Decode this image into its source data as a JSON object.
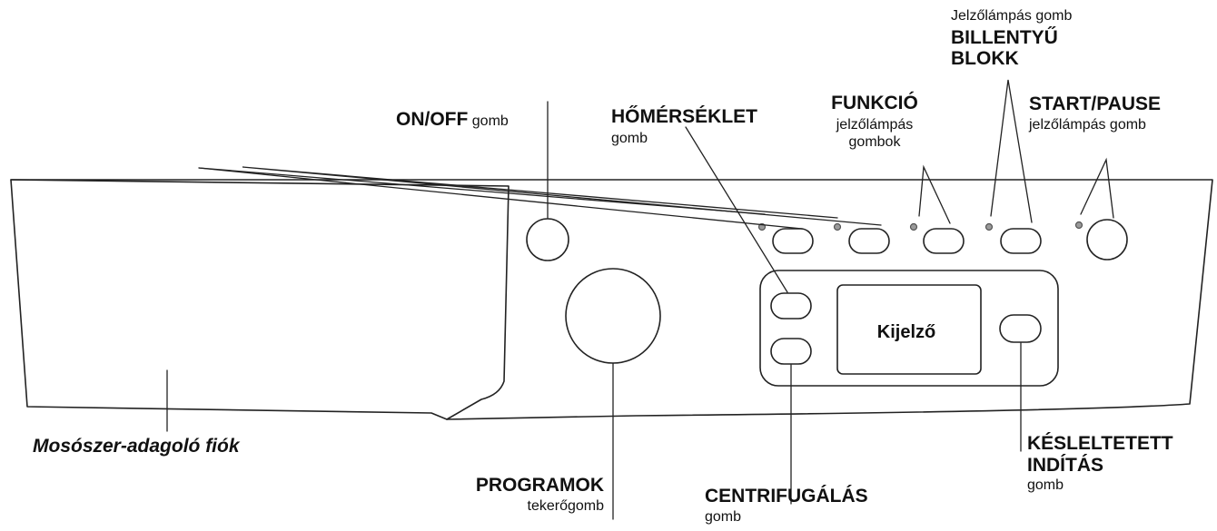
{
  "panel": {
    "display_text": "Kijelző"
  },
  "labels": {
    "onoff": {
      "bold": "ON/OFF",
      "normal": "gomb"
    },
    "homerseklet": {
      "bold": "HŐMÉRSÉKLET",
      "normal": "gomb"
    },
    "funkcio": {
      "bold": "FUNKCIÓ",
      "line2": "jelzőlámpás",
      "line3": "gombok"
    },
    "billentyu": {
      "line1": "Jelzőlámpás gomb",
      "bold1": "BILLENTYŰ",
      "bold2": "BLOKK"
    },
    "startpause": {
      "bold": "START/PAUSE",
      "normal": "jelzőlámpás gomb"
    },
    "fiok": {
      "text": "Mosószer-adagoló fiók"
    },
    "programok": {
      "bold": "PROGRAMOK",
      "normal": "tekerőgomb"
    },
    "centrifugalas": {
      "bold": "CENTRIFUGÁLÁS",
      "normal": "gomb"
    },
    "kesleltetett": {
      "bold1": "KÉSLELTETETT",
      "bold2": "INDÍTÁS",
      "normal": "gomb"
    }
  }
}
